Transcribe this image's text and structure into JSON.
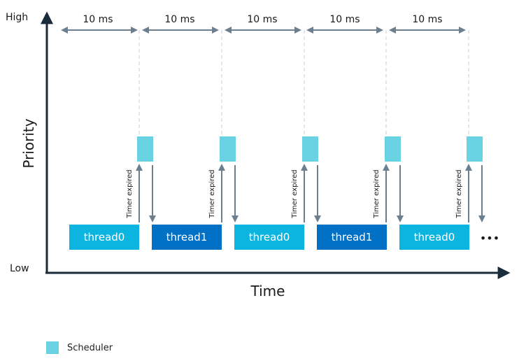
{
  "axes": {
    "y_label": "Priority",
    "y_high": "High",
    "y_low": "Low",
    "x_label": "Time"
  },
  "interval_label": "10 ms",
  "intervals": [
    "10 ms",
    "10 ms",
    "10 ms",
    "10 ms",
    "10 ms"
  ],
  "threads": [
    {
      "label": "thread0",
      "color": "#0cb5e0"
    },
    {
      "label": "thread1",
      "color": "#0071c5"
    },
    {
      "label": "thread0",
      "color": "#0cb5e0"
    },
    {
      "label": "thread1",
      "color": "#0071c5"
    },
    {
      "label": "thread0",
      "color": "#0cb5e0"
    }
  ],
  "timer_label": "Timer expired",
  "continuation": "•••",
  "legend": {
    "label": "Scheduler",
    "color": "#69d2e3"
  },
  "colors": {
    "axis": "#1a2b3c",
    "arrow": "#6b7f8f",
    "dashed": "#c9ced3"
  }
}
